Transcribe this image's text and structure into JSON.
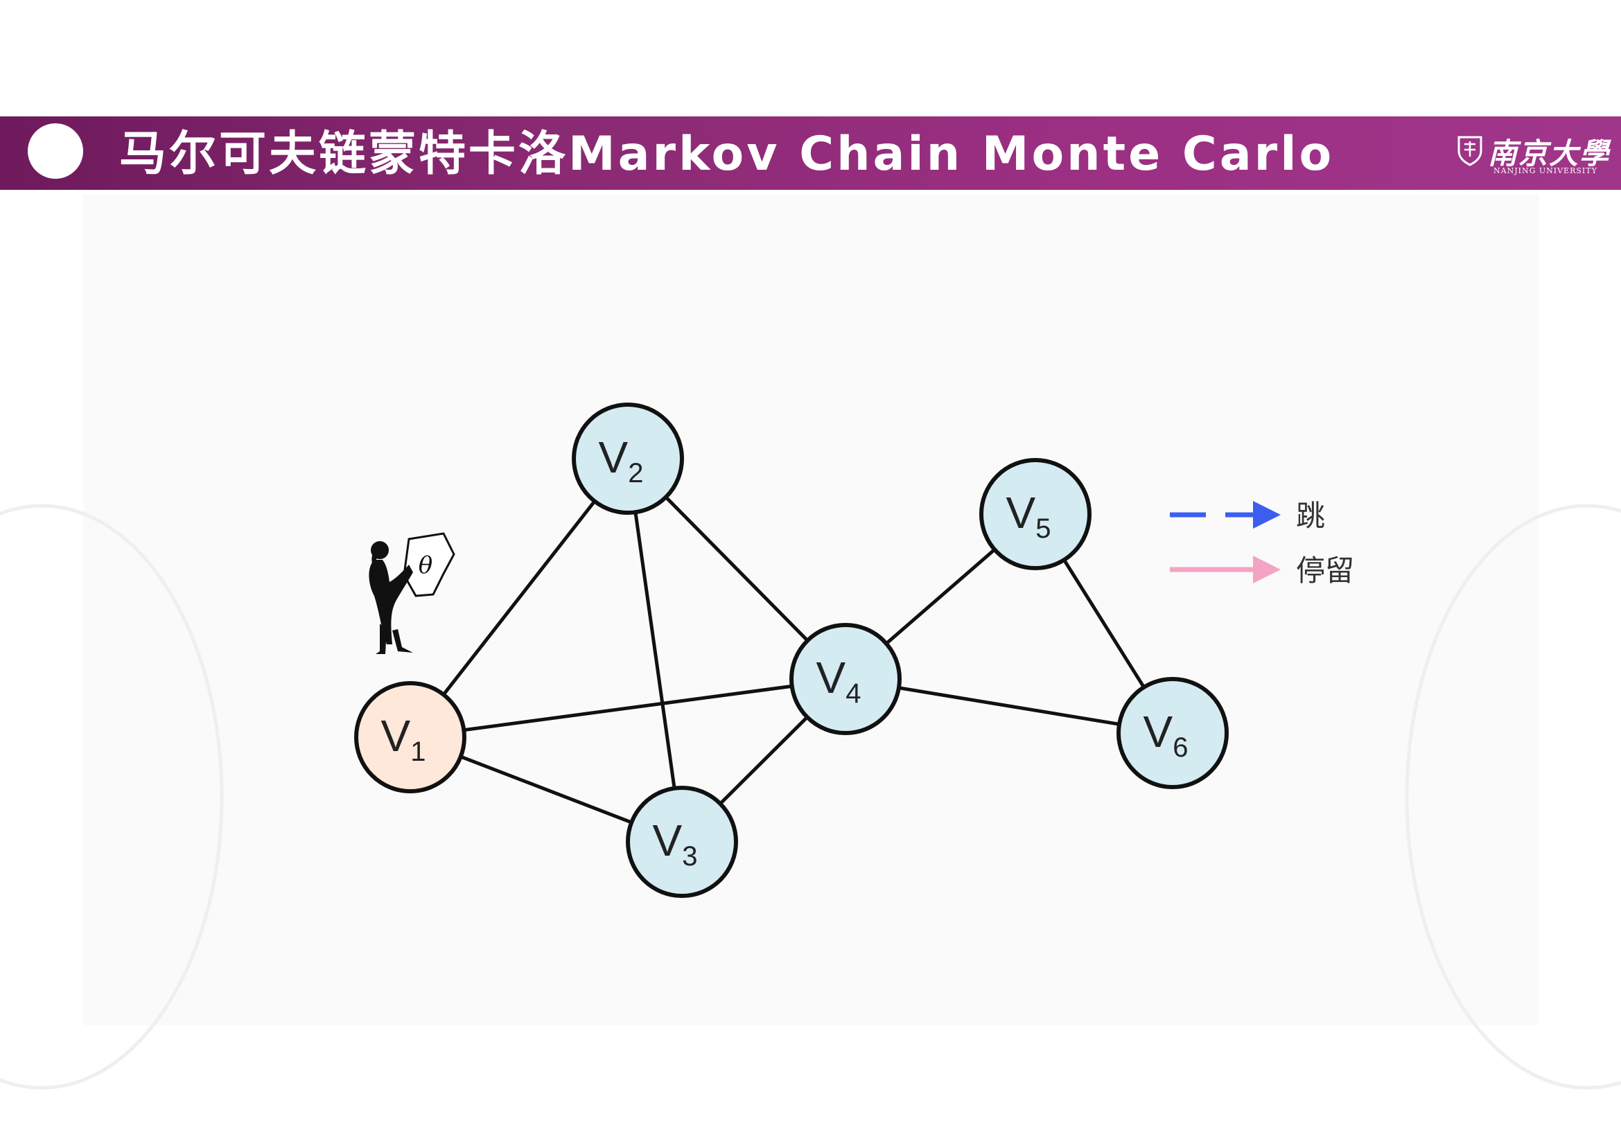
{
  "header": {
    "title": "马尔可夫链蒙特卡洛Markov Chain Monte Carlo",
    "logo_cn": "南京大學",
    "logo_en": "NANJING UNIVERSITY"
  },
  "figure": {
    "theta": "θ",
    "nodes": [
      {
        "id": "v1",
        "base": "V",
        "sub": "1",
        "color": "#fde8da"
      },
      {
        "id": "v2",
        "base": "V",
        "sub": "2",
        "color": "#d4ebf2"
      },
      {
        "id": "v3",
        "base": "V",
        "sub": "3",
        "color": "#d4ebf2"
      },
      {
        "id": "v4",
        "base": "V",
        "sub": "4",
        "color": "#d4ebf2"
      },
      {
        "id": "v5",
        "base": "V",
        "sub": "5",
        "color": "#d4ebf2"
      },
      {
        "id": "v6",
        "base": "V",
        "sub": "6",
        "color": "#d4ebf2"
      }
    ],
    "edges": [
      [
        "v1",
        "v2"
      ],
      [
        "v1",
        "v3"
      ],
      [
        "v1",
        "v4"
      ],
      [
        "v2",
        "v3"
      ],
      [
        "v2",
        "v4"
      ],
      [
        "v3",
        "v4"
      ],
      [
        "v4",
        "v5"
      ],
      [
        "v4",
        "v6"
      ],
      [
        "v5",
        "v6"
      ]
    ],
    "legend": {
      "jump_label": "跳",
      "jump_color": "#3b5ef0",
      "stay_label": "停留",
      "stay_color": "#f4a3c4"
    }
  }
}
